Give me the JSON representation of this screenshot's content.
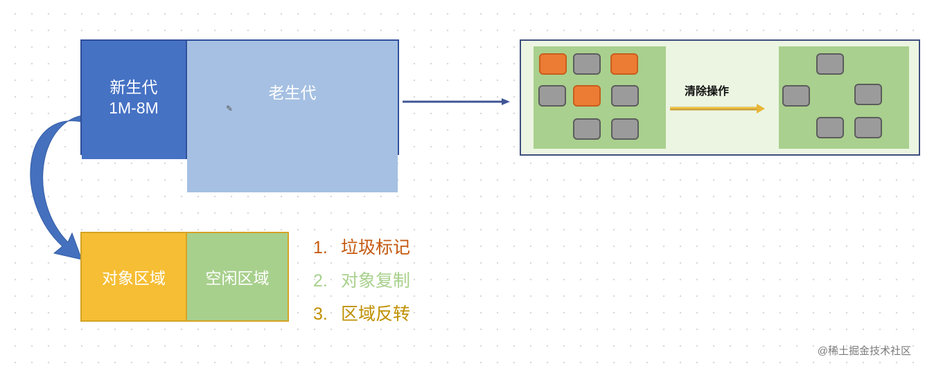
{
  "heap": {
    "young": {
      "name": "新生代",
      "size": "1M-8M"
    },
    "old": {
      "name": "老生代"
    }
  },
  "gc_panel": {
    "action_label": "清除操作",
    "before_cells": [
      "garbage",
      "live",
      "garbage",
      "live",
      "garbage",
      "live",
      "live",
      "live"
    ],
    "after_cells": [
      "live",
      "live",
      "live",
      "live",
      "live"
    ]
  },
  "young_split": {
    "object_area": "对象区域",
    "free_area": "空闲区域"
  },
  "steps": [
    {
      "num": "1.",
      "text": "垃圾标记",
      "color": "#c55a11"
    },
    {
      "num": "2.",
      "text": "对象复制",
      "color": "#a9d18e"
    },
    {
      "num": "3.",
      "text": "区域反转",
      "color": "#bf8f00"
    }
  ],
  "watermark": "@稀土掘金技术社区",
  "colors": {
    "young": "#4672c4",
    "old": "#a5c0e2",
    "object_area": "#f6be34",
    "free_area": "#a8d08d",
    "garbage": "#ec7c34",
    "live": "#9b9b9b"
  }
}
